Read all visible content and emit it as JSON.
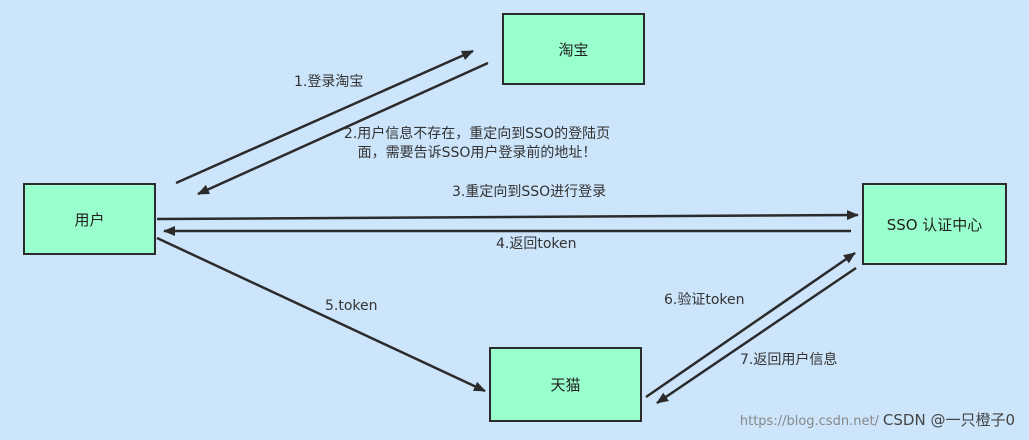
{
  "diagram": {
    "nodes": {
      "taobao": "淘宝",
      "user": "用户",
      "sso": "SSO 认证中心",
      "tmall": "天猫"
    },
    "edges": {
      "e1": "1.登录淘宝",
      "e2_line1": "2.用户信息不存在，重定向到SSO的登陆页",
      "e2_line2": "面，需要告诉SSO用户登录前的地址！",
      "e3": "3.重定向到SSO进行登录",
      "e4": "4.返回token",
      "e5": "5.token",
      "e6": "6.验证token",
      "e7": "7.返回用户信息"
    },
    "colors": {
      "background": "#cce5fb",
      "node_fill": "#99ffcc",
      "stroke": "#2b2b2b"
    }
  },
  "watermark": {
    "url": "https://blog.csdn.net/",
    "brand": "CSDN @一只橙子0"
  }
}
